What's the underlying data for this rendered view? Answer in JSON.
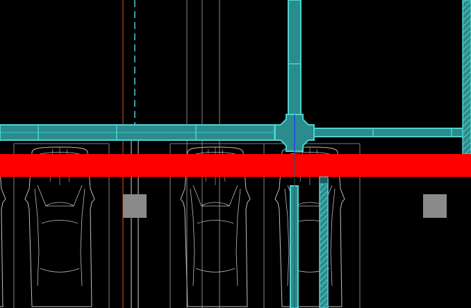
{
  "view": {
    "background": "#000000",
    "colors": {
      "duct": "#4fd1d1",
      "duct_fill": "#2a8c8c",
      "duct_dark": "#1d5e63",
      "highlight_band": "#ff0000",
      "car_outline": "#bfbfbf",
      "grid_line": "#a8a8a8",
      "red_line": "#e0502a",
      "square": "#8a8a8a",
      "hatch": "#7fe3e3",
      "blue_line": "#2030ff"
    },
    "icons": [
      "car-symbol",
      "column-square",
      "duct-fitting",
      "hatch-pattern"
    ]
  }
}
